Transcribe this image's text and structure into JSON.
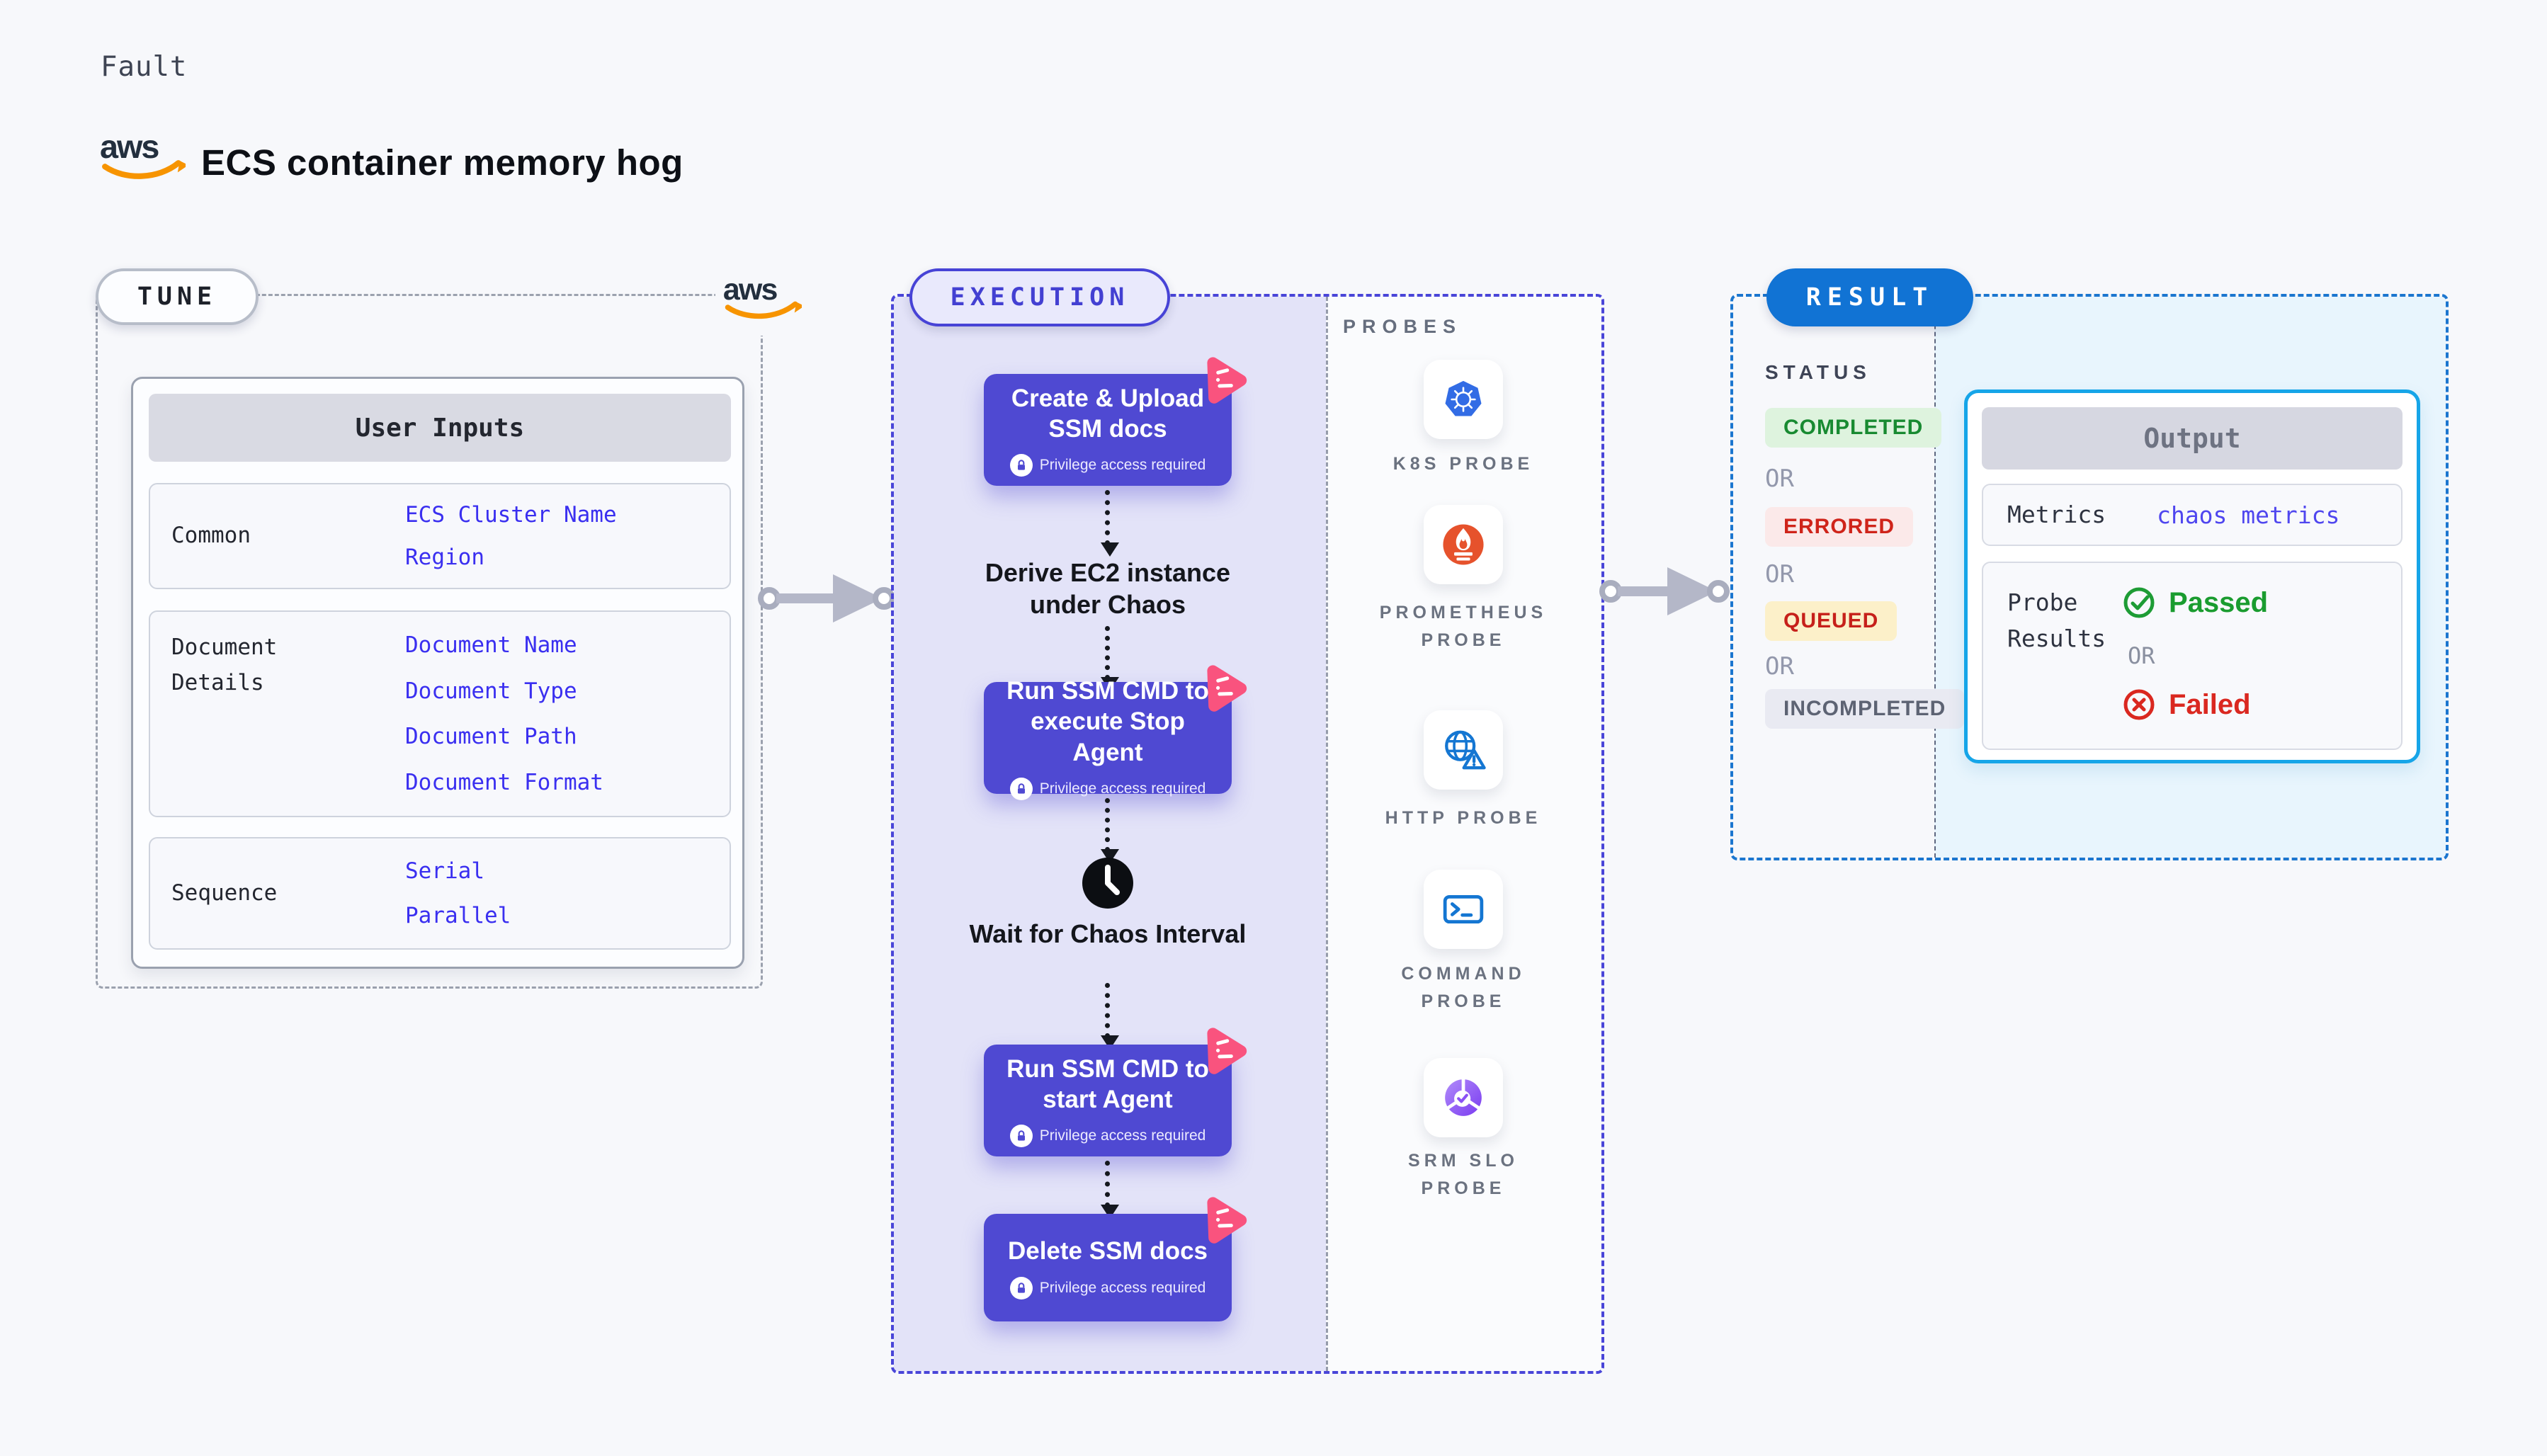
{
  "header": {
    "kind": "Fault",
    "title": "ECS container memory hog"
  },
  "tune": {
    "badge": "TUNE",
    "user_inputs": {
      "header": "User Inputs",
      "rows": [
        {
          "label": "Common",
          "values": [
            "ECS Cluster Name",
            "Region"
          ]
        },
        {
          "label": "Document Details",
          "values": [
            "Document Name",
            "Document Type",
            "Document Path",
            "Document Format"
          ]
        },
        {
          "label": "Sequence",
          "values": [
            "Serial",
            "Parallel"
          ]
        }
      ]
    }
  },
  "execution": {
    "badge": "EXECUTION",
    "steps": [
      {
        "type": "card",
        "title": "Create & Upload SSM docs",
        "note": "Privilege access required"
      },
      {
        "type": "text",
        "title": "Derive EC2 instance under Chaos"
      },
      {
        "type": "card",
        "title": "Run SSM CMD to execute Stop Agent",
        "note": "Privilege access required"
      },
      {
        "type": "wait",
        "title": "Wait for Chaos Interval"
      },
      {
        "type": "card",
        "title": "Run SSM CMD to start Agent",
        "note": "Privilege access required"
      },
      {
        "type": "card",
        "title": "Delete SSM docs",
        "note": "Privilege access required"
      }
    ],
    "probes": {
      "label": "PROBES",
      "items": [
        {
          "name": "K8S PROBE",
          "icon": "kubernetes-icon"
        },
        {
          "name": "PROMETHEUS PROBE",
          "icon": "prometheus-icon"
        },
        {
          "name": "HTTP PROBE",
          "icon": "http-globe-warning-icon"
        },
        {
          "name": "COMMAND PROBE",
          "icon": "terminal-icon"
        },
        {
          "name": "SRM SLO PROBE",
          "icon": "srm-slo-icon"
        }
      ]
    }
  },
  "result": {
    "badge": "RESULT",
    "status": {
      "label": "STATUS",
      "separator": "OR",
      "items": [
        {
          "label": "COMPLETED",
          "kind": "success"
        },
        {
          "label": "ERRORED",
          "kind": "error"
        },
        {
          "label": "QUEUED",
          "kind": "warning"
        },
        {
          "label": "INCOMPLETED",
          "kind": "muted"
        }
      ]
    },
    "output": {
      "header": "Output",
      "metrics_label": "Metrics",
      "metrics_value": "chaos metrics",
      "probe_results_label": "Probe Results",
      "passed_label": "Passed",
      "separator": "OR",
      "failed_label": "Failed"
    }
  },
  "colors": {
    "step_purple": "#4F49D2",
    "chip_pink": "#F9537E",
    "execution_border": "#4945D8",
    "result_blue": "#1173D4",
    "output_border": "#16A5E8",
    "passed_green": "#1A9C2F",
    "failed_red": "#DA2820",
    "value_blue": "#3A2FF0"
  }
}
